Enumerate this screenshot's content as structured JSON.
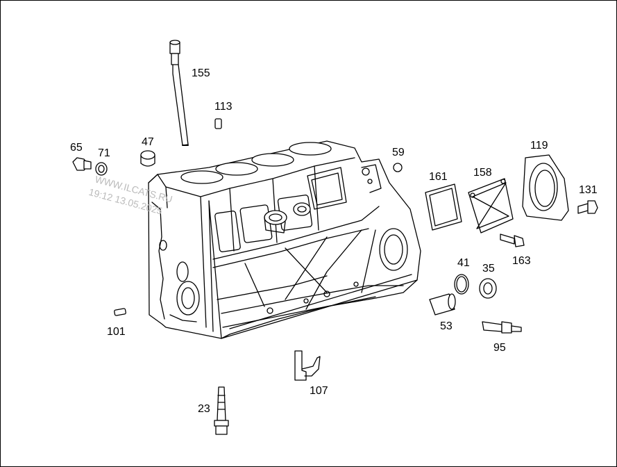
{
  "watermark": {
    "line1": "WWW.ILCATS.RU",
    "line2": "19:12 13.05.2025"
  },
  "labels": {
    "p155": "155",
    "p113": "113",
    "p47": "47",
    "p65": "65",
    "p71": "71",
    "p59": "59",
    "p161": "161",
    "p158": "158",
    "p119": "119",
    "p131": "131",
    "p163": "163",
    "p41": "41",
    "p35": "35",
    "p53": "53",
    "p95": "95",
    "p101": "101",
    "p107": "107",
    "p23": "23"
  }
}
